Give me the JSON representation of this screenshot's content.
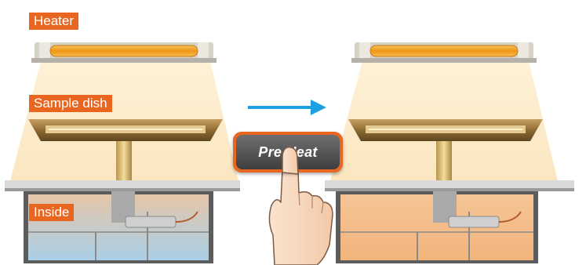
{
  "labels": {
    "heater": "Heater",
    "sample_dish": "Sample dish",
    "inside": "Inside"
  },
  "button": {
    "label": "Pre Heat"
  },
  "colors": {
    "label_bg": "#e8661f",
    "arrow": "#1ea0e0",
    "inside_before": "#b8d6ea",
    "inside_after": "#f4bb8a",
    "heater_tube": "#f0a020"
  },
  "icons": {
    "arrow": "right-arrow-icon",
    "hand": "pointing-hand-icon"
  }
}
